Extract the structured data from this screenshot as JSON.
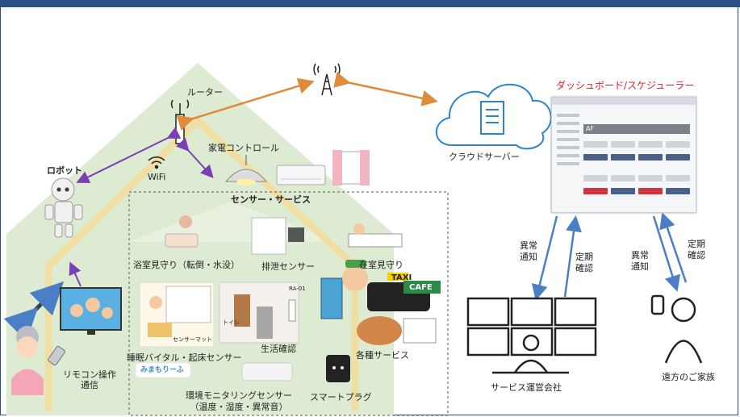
{
  "labels": {
    "router": "ルーター",
    "wifi": "WiFi",
    "robot": "ロボット",
    "home_control": "家電コントロール",
    "cloud_server": "クラウドサーバー",
    "dashboard": "ダッシュボード/スケジューラー",
    "sensor_service": "センサー・サービス",
    "bath": "浴室見守り（転倒・水没）",
    "excretion": "排泄センサー",
    "presence": "在室見守り",
    "sleep": "睡眠バイタル・起床センサー",
    "life_check": "生活確認",
    "services": "各種サービス",
    "remote_line1": "リモコン操作",
    "remote_line2": "通信",
    "env_line1": "環境モニタリングセンサー",
    "env_line2": "（温度・湿度・異常音）",
    "smart_plug": "スマートプラグ",
    "anomaly_1": "異常",
    "notice_1": "通知",
    "periodic_1": "定期",
    "confirm_1": "確認",
    "anomaly_2": "異常",
    "notice_2": "通知",
    "periodic_2": "定期",
    "confirm_2": "確認",
    "operator": "サービス運営会社",
    "family": "遠方のご家族",
    "taxi": "TAXI",
    "cafe": "CAFE",
    "toilet": "トイレ",
    "sensor_mat": "センサーマット",
    "watch_brand": "みまもりーふ",
    "device_id": "RA-01",
    "dashboard_heading": "AF"
  },
  "colors": {
    "house_fill": "#dcebd2",
    "path": "#f0dfa3",
    "accent_red": "#e0202a",
    "purple_arrow": "#7b3fb4",
    "orange_arrow": "#e08a3c",
    "blue_arrow": "#4a7fc5",
    "frame": "#2a4f86"
  }
}
